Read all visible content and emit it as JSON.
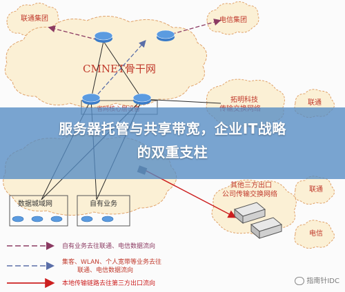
{
  "labels": {
    "unicom_group": "联通集团",
    "telecom_group": "电信集团",
    "cmnet": "CMNET骨干网",
    "provincial_core": "省网核心层设备",
    "tuoming": "拓明科技",
    "tuoming_sub": "传输交换网络",
    "data_metro": "数据城域网",
    "own_business": "自有业务",
    "third_party": "其他三方出口",
    "third_party_sub": "公司传输交换网络",
    "unicom": "联通",
    "telecom": "电信"
  },
  "legend": {
    "item1": "自有业务去往联通、电信数据流向",
    "item2a": "集客、WLAN、个人宽带等业务去往",
    "item2b": "联通、电信数据流向",
    "item3": "本地传输链路去往第三方出口流向"
  },
  "banner": {
    "line1": "服务器托管与共享带宽，企业IT战略",
    "line2": "的双重支柱"
  },
  "watermark": "指南针IDC",
  "colors": {
    "cloud_fill": "#fbf0d5",
    "cloud_stroke": "#e0a26a",
    "router": "#3a7bc8",
    "red_link": "#cc1f1f",
    "banner": "#558cc4"
  }
}
